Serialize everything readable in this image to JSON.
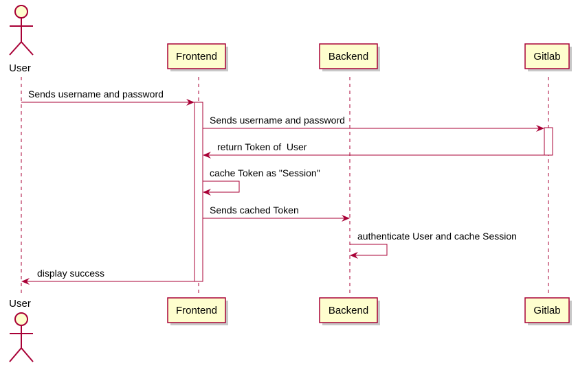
{
  "participants": {
    "user": {
      "label": "User",
      "kind": "actor"
    },
    "frontend": {
      "label": "Frontend",
      "kind": "participant"
    },
    "backend": {
      "label": "Backend",
      "kind": "participant"
    },
    "gitlab": {
      "label": "Gitlab",
      "kind": "participant"
    }
  },
  "messages": [
    {
      "from": "User",
      "to": "Frontend",
      "text": "Sends username and password"
    },
    {
      "from": "Frontend",
      "to": "Gitlab",
      "text": "Sends username and password"
    },
    {
      "from": "Gitlab",
      "to": "Frontend",
      "text": "return Token of  User"
    },
    {
      "from": "Frontend",
      "to": "Frontend",
      "text": "cache Token as \"Session\""
    },
    {
      "from": "Frontend",
      "to": "Backend",
      "text": "Sends cached Token"
    },
    {
      "from": "Backend",
      "to": "Backend",
      "text": "authenticate User and cache Session"
    },
    {
      "from": "Frontend",
      "to": "User",
      "text": "display success"
    }
  ],
  "colors": {
    "arrow": "#A80036",
    "box_fill": "#FEFECE",
    "box_border": "#A80036",
    "lifeline": "#A80036",
    "shadow": "#C8C8C8"
  }
}
